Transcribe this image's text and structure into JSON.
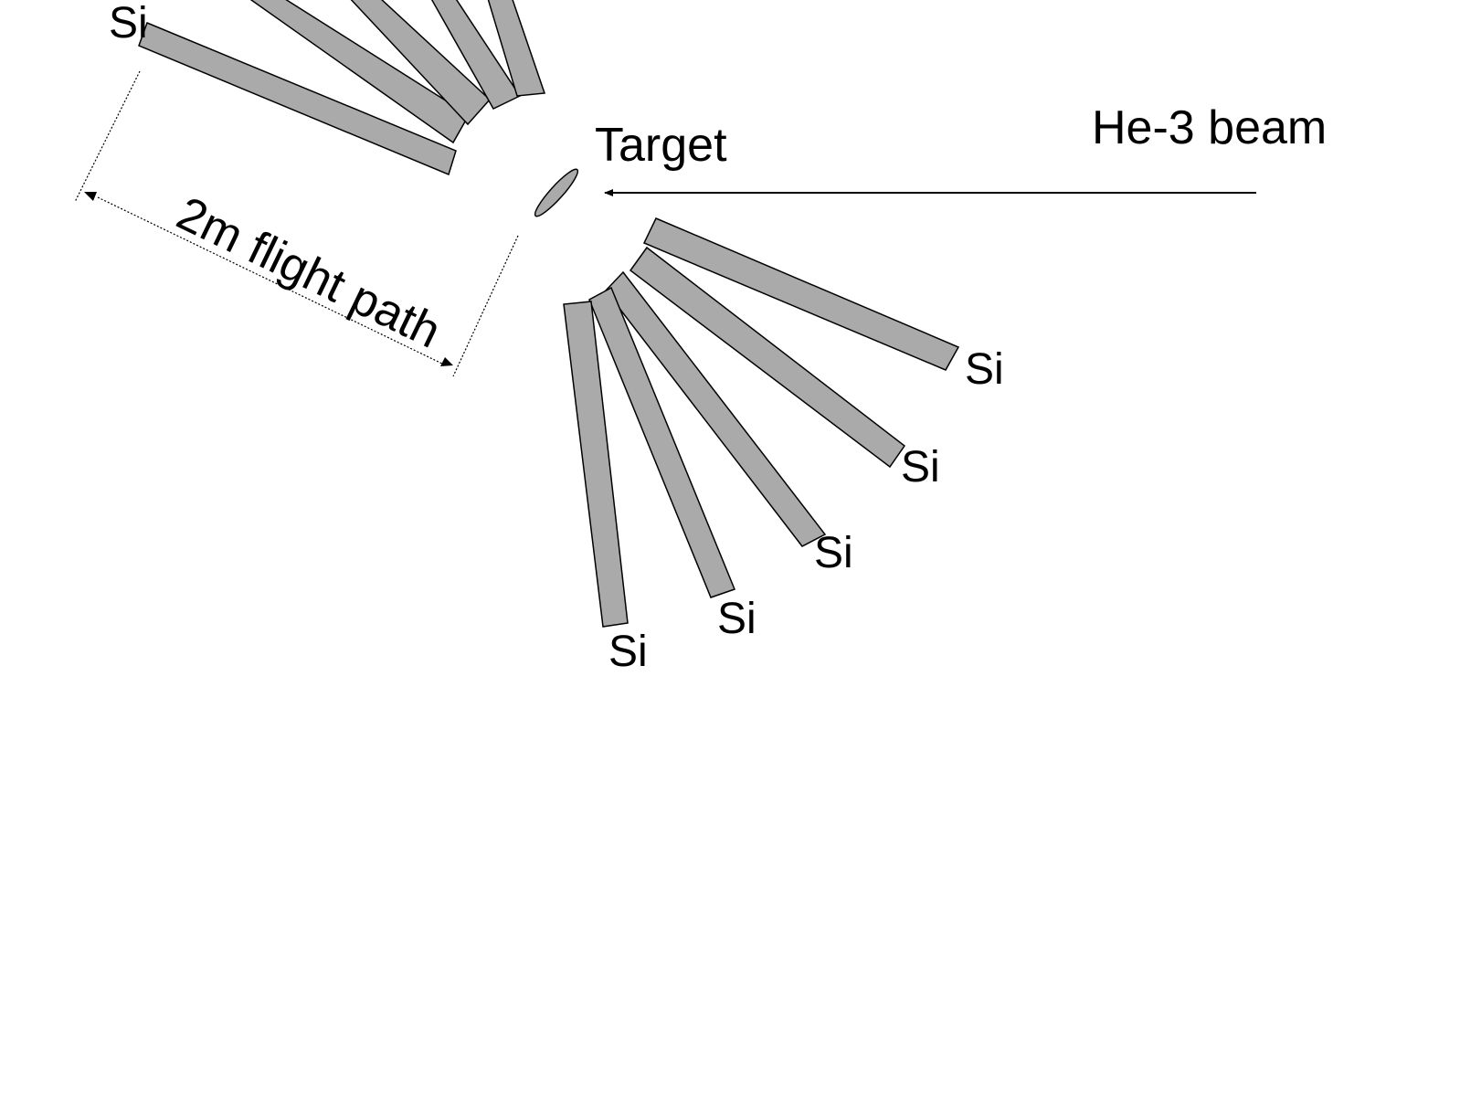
{
  "diagram": {
    "beam_label": "He-3 beam",
    "target_label": "Target",
    "flight_path_label": "2m flight path",
    "detector_label": "Si",
    "detector_fill": "#aaaaaa",
    "target_fill": "#aaaaaa",
    "line_color": "#000000",
    "background": "#ffffff"
  }
}
